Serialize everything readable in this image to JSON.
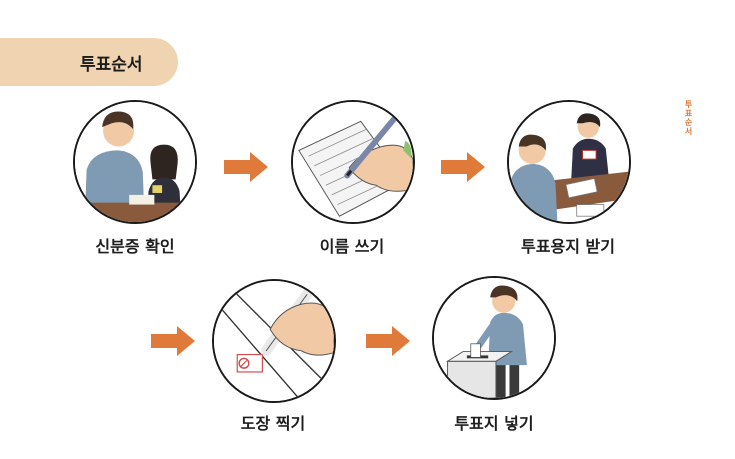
{
  "header": {
    "title": "투표순서",
    "side_label": "투표순서"
  },
  "steps": [
    {
      "label": "신분증 확인"
    },
    {
      "label": "이름 쓰기"
    },
    {
      "label": "투표용지 받기"
    },
    {
      "label": "도장 찍기"
    },
    {
      "label": "투표지 넣기"
    }
  ],
  "colors": {
    "accent": "#e07a3a",
    "tab": "#f0d3b1",
    "outline": "#1a1a1a"
  }
}
